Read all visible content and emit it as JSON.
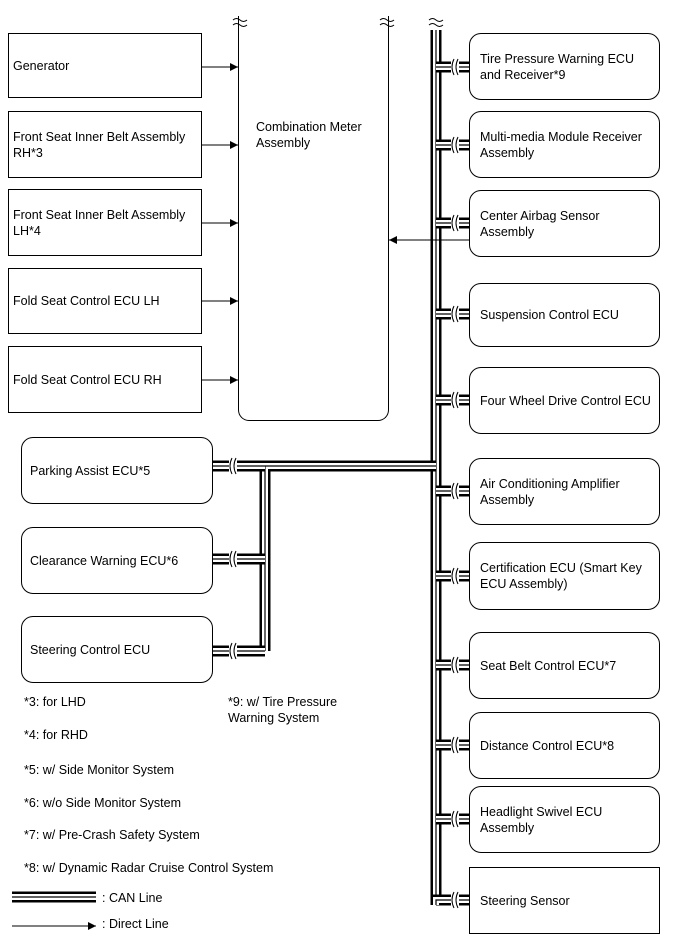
{
  "left_ecus": [
    {
      "key": "generator",
      "label": "Generator"
    },
    {
      "key": "front-seat-rh",
      "label": "Front Seat Inner Belt Assembly RH*3"
    },
    {
      "key": "front-seat-lh",
      "label": "Front Seat Inner Belt Assembly LH*4"
    },
    {
      "key": "fold-seat-lh",
      "label": "Fold Seat Control ECU LH"
    },
    {
      "key": "fold-seat-rh",
      "label": "Fold Seat Control ECU RH"
    }
  ],
  "meter": {
    "label": "Combination Meter Assembly"
  },
  "bottom_left_ecus": [
    {
      "key": "parking-assist",
      "label": "Parking Assist ECU*5"
    },
    {
      "key": "clearance-warning",
      "label": "Clearance Warning ECU*6"
    },
    {
      "key": "steering-control",
      "label": "Steering Control ECU"
    }
  ],
  "right_ecus": [
    {
      "key": "tire-pressure",
      "label": "Tire Pressure Warning ECU and Receiver*9"
    },
    {
      "key": "multimedia",
      "label": "Multi-media Module Receiver Assembly"
    },
    {
      "key": "center-airbag",
      "label": "Center Airbag Sensor Assembly"
    },
    {
      "key": "suspension",
      "label": "Suspension Control ECU"
    },
    {
      "key": "four-wheel-drive",
      "label": "Four Wheel Drive Control ECU"
    },
    {
      "key": "air-conditioning",
      "label": "Air Conditioning Amplifier Assembly"
    },
    {
      "key": "certification",
      "label": "Certification ECU (Smart Key ECU Assembly)"
    },
    {
      "key": "seat-belt",
      "label": "Seat Belt Control ECU*7"
    },
    {
      "key": "distance-control",
      "label": "Distance Control ECU*8"
    },
    {
      "key": "headlight-swivel",
      "label": "Headlight Swivel ECU Assembly"
    },
    {
      "key": "steering-sensor",
      "label": "Steering Sensor"
    }
  ],
  "notes": [
    "*3: for LHD",
    "*4: for RHD",
    "*5: w/ Side Monitor System",
    "*6: w/o Side Monitor System",
    "*7: w/ Pre-Crash Safety System",
    "*8: w/ Dynamic Radar Cruise Control System"
  ],
  "note9": "*9: w/ Tire Pressure Warning System",
  "legend": {
    "can_line": ": CAN Line",
    "direct_line": ": Direct Line"
  }
}
